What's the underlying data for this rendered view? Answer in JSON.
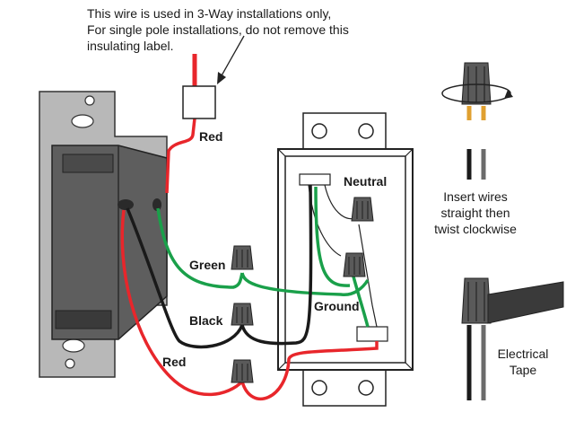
{
  "note": {
    "line1": "This wire is used in 3-Way installations only,",
    "line2": "For single pole installations, do not remove this",
    "line3": "insulating label."
  },
  "labels": {
    "red_top": "Red",
    "green": "Green",
    "black": "Black",
    "red_bottom": "Red",
    "neutral": "Neutral",
    "ground": "Ground"
  },
  "instructions": {
    "twist_line1": "Insert wires",
    "twist_line2": "straight then",
    "twist_line3": "twist clockwise",
    "tape_line1": "Electrical",
    "tape_line2": "Tape"
  },
  "colors": {
    "red_wire": "#e8262b",
    "green_wire": "#1aa04a",
    "black_wire": "#1a1a1a",
    "gray_wire": "#6b6b6b",
    "dimmer_body": "#5e5e5e",
    "plate": "#b8b8b8",
    "copper": "#e0a030"
  }
}
